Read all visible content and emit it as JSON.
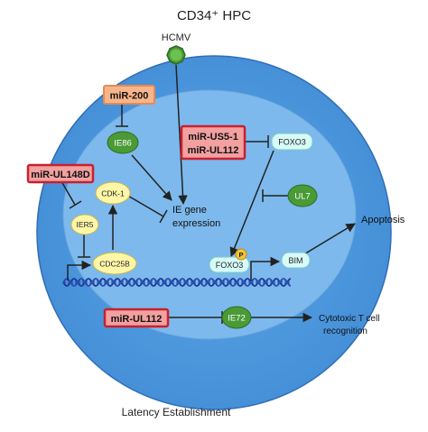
{
  "title": "CD34⁺ HPC",
  "virus_label": "HCMV",
  "footer": "Latency Establishment",
  "mirnas": {
    "mir200": "miR-200",
    "mir_us5_1": "miR-US5-1",
    "mir_ul112_a": "miR-UL112",
    "mir_ul148d": "miR-UL148D",
    "mir_ul112_b": "miR-UL112"
  },
  "proteins": {
    "ie86": "IE86",
    "foxo3": "FOXO3",
    "ul7": "UL7",
    "cdk1": "CDK-1",
    "ier5": "IER5",
    "cdc25b": "CDC25B",
    "foxo3_p": "FOXO3",
    "phospho": "P",
    "bim": "BIM",
    "ie72": "IE72"
  },
  "labels": {
    "ie_gene_line1": "IE gene",
    "ie_gene_line2": "expression",
    "apoptosis": "Apoptosis",
    "ctl_line1": "Cytotoxic T cell",
    "ctl_line2": "recognition"
  },
  "colors": {
    "cell_fill": "#4b9be0",
    "nucleus_fill": "#7db9ec",
    "mirna_red_fill": "#f2a0a0",
    "mirna_red_border": "#c8202f",
    "mirna_orange_fill": "#f8b48a",
    "green_fill": "#4a9a36",
    "yellow_fill": "#fff6a8",
    "cyan_fill": "#d7fbf8",
    "dna": "#1f3c96",
    "ink": "#222222"
  }
}
